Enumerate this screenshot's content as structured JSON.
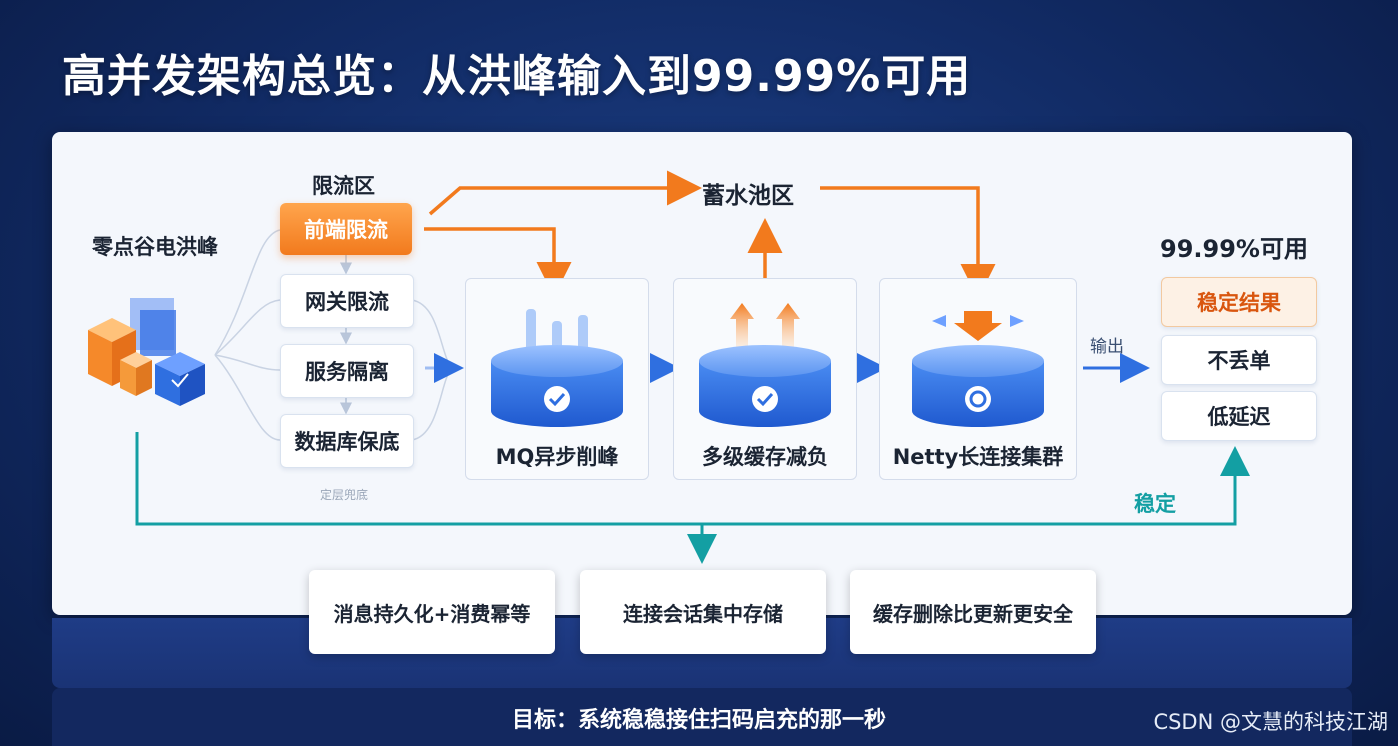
{
  "title": "高并发架构总览：从洪峰输入到99.99%可用",
  "source": {
    "label": "零点谷电洪峰"
  },
  "rate_limit": {
    "zone_label": "限流区",
    "items": [
      "前端限流",
      "网关限流",
      "服务隔离",
      "数据库保底"
    ],
    "faded_note": "定层兜底"
  },
  "reservoir": {
    "label": "蓄水池区"
  },
  "stages": [
    {
      "label": "MQ异步削峰",
      "icon": "check-icon"
    },
    {
      "label": "多级缓存减负",
      "icon": "check-icon"
    },
    {
      "label": "Netty长连接集群",
      "icon": "ring-icon"
    }
  ],
  "output": {
    "arrow_label": "输出",
    "title": "99.99%可用",
    "results": [
      "稳定结果",
      "不丢单",
      "低延迟"
    ]
  },
  "feedback": {
    "label": "稳定"
  },
  "features": [
    "消息持久化+消费幂等",
    "连接会话集中存储",
    "缓存删除比更新更安全"
  ],
  "goal": "目标：系统稳稳接住扫码启充的那一秒",
  "watermark": "CSDN @文慧的科技江湖",
  "colors": {
    "accent_orange": "#f27a1d",
    "accent_blue": "#2f6fe0",
    "accent_teal": "#139fa3",
    "background_navy": "#112a63"
  }
}
